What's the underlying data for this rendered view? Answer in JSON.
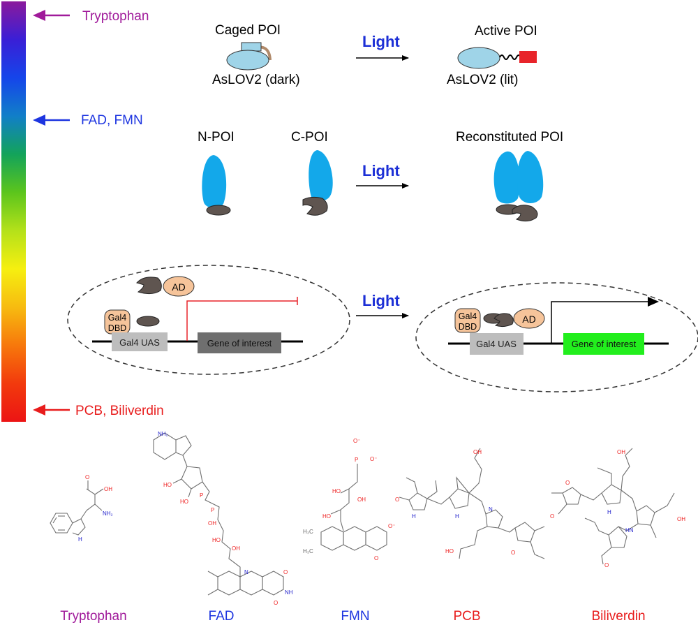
{
  "colors": {
    "tryptophan": "#a01a9a",
    "flavin": "#1d35e0",
    "bilin": "#e81c1c",
    "light": "#1c2fd6",
    "protein_blue": "#13a8ea",
    "protein_lightblue": "#9fd4e8",
    "effector_red": "#e8242a",
    "partner_grey": "#5f5550",
    "ad_peach": "#f6c49a",
    "uas_grey": "#bdbdbd",
    "goi_dark": "#6f6f6f",
    "goi_green": "#22ee1d"
  },
  "spectrum": {
    "gradient": [
      "#8b1a9c",
      "#3a1fd6",
      "#1545ea",
      "#117fc8",
      "#13a35a",
      "#5cc51c",
      "#b4e11a",
      "#f6ef10",
      "#f7bb10",
      "#f7780c",
      "#f23a0d",
      "#ec1414"
    ],
    "markers": [
      {
        "label": "Tryptophan",
        "color": "#a01a9a"
      },
      {
        "label": "FAD, FMN",
        "color": "#1d35e0"
      },
      {
        "label": "PCB, Biliverdin",
        "color": "#e81c1c"
      }
    ]
  },
  "panel_caging": {
    "caged_label": "Caged POI",
    "dark_label": "AsLOV2 (dark)",
    "light_label": "Light",
    "active_label": "Active POI",
    "lit_label": "AsLOV2 (lit)"
  },
  "panel_split": {
    "n_label": "N-POI",
    "c_label": "C-POI",
    "light_label": "Light",
    "reconstituted_label": "Reconstituted POI"
  },
  "panel_transcription": {
    "ad_label": "AD",
    "dbd_label_1": "Gal4",
    "dbd_label_2": "DBD",
    "uas_label": "Gal4 UAS",
    "goi_label": "Gene of interest",
    "light_label": "Light"
  },
  "molecules": {
    "captions": [
      "Tryptophan",
      "FAD",
      "FMN",
      "PCB",
      "Biliverdin"
    ],
    "atom_labels": {
      "oh": "OH",
      "ho": "HO",
      "nh2": "NH₂",
      "nh": "NH",
      "hn": "HN",
      "n": "N",
      "h": "H",
      "o": "O",
      "o_minus": "O⁻",
      "p": "P",
      "h3c": "H₃C"
    }
  }
}
